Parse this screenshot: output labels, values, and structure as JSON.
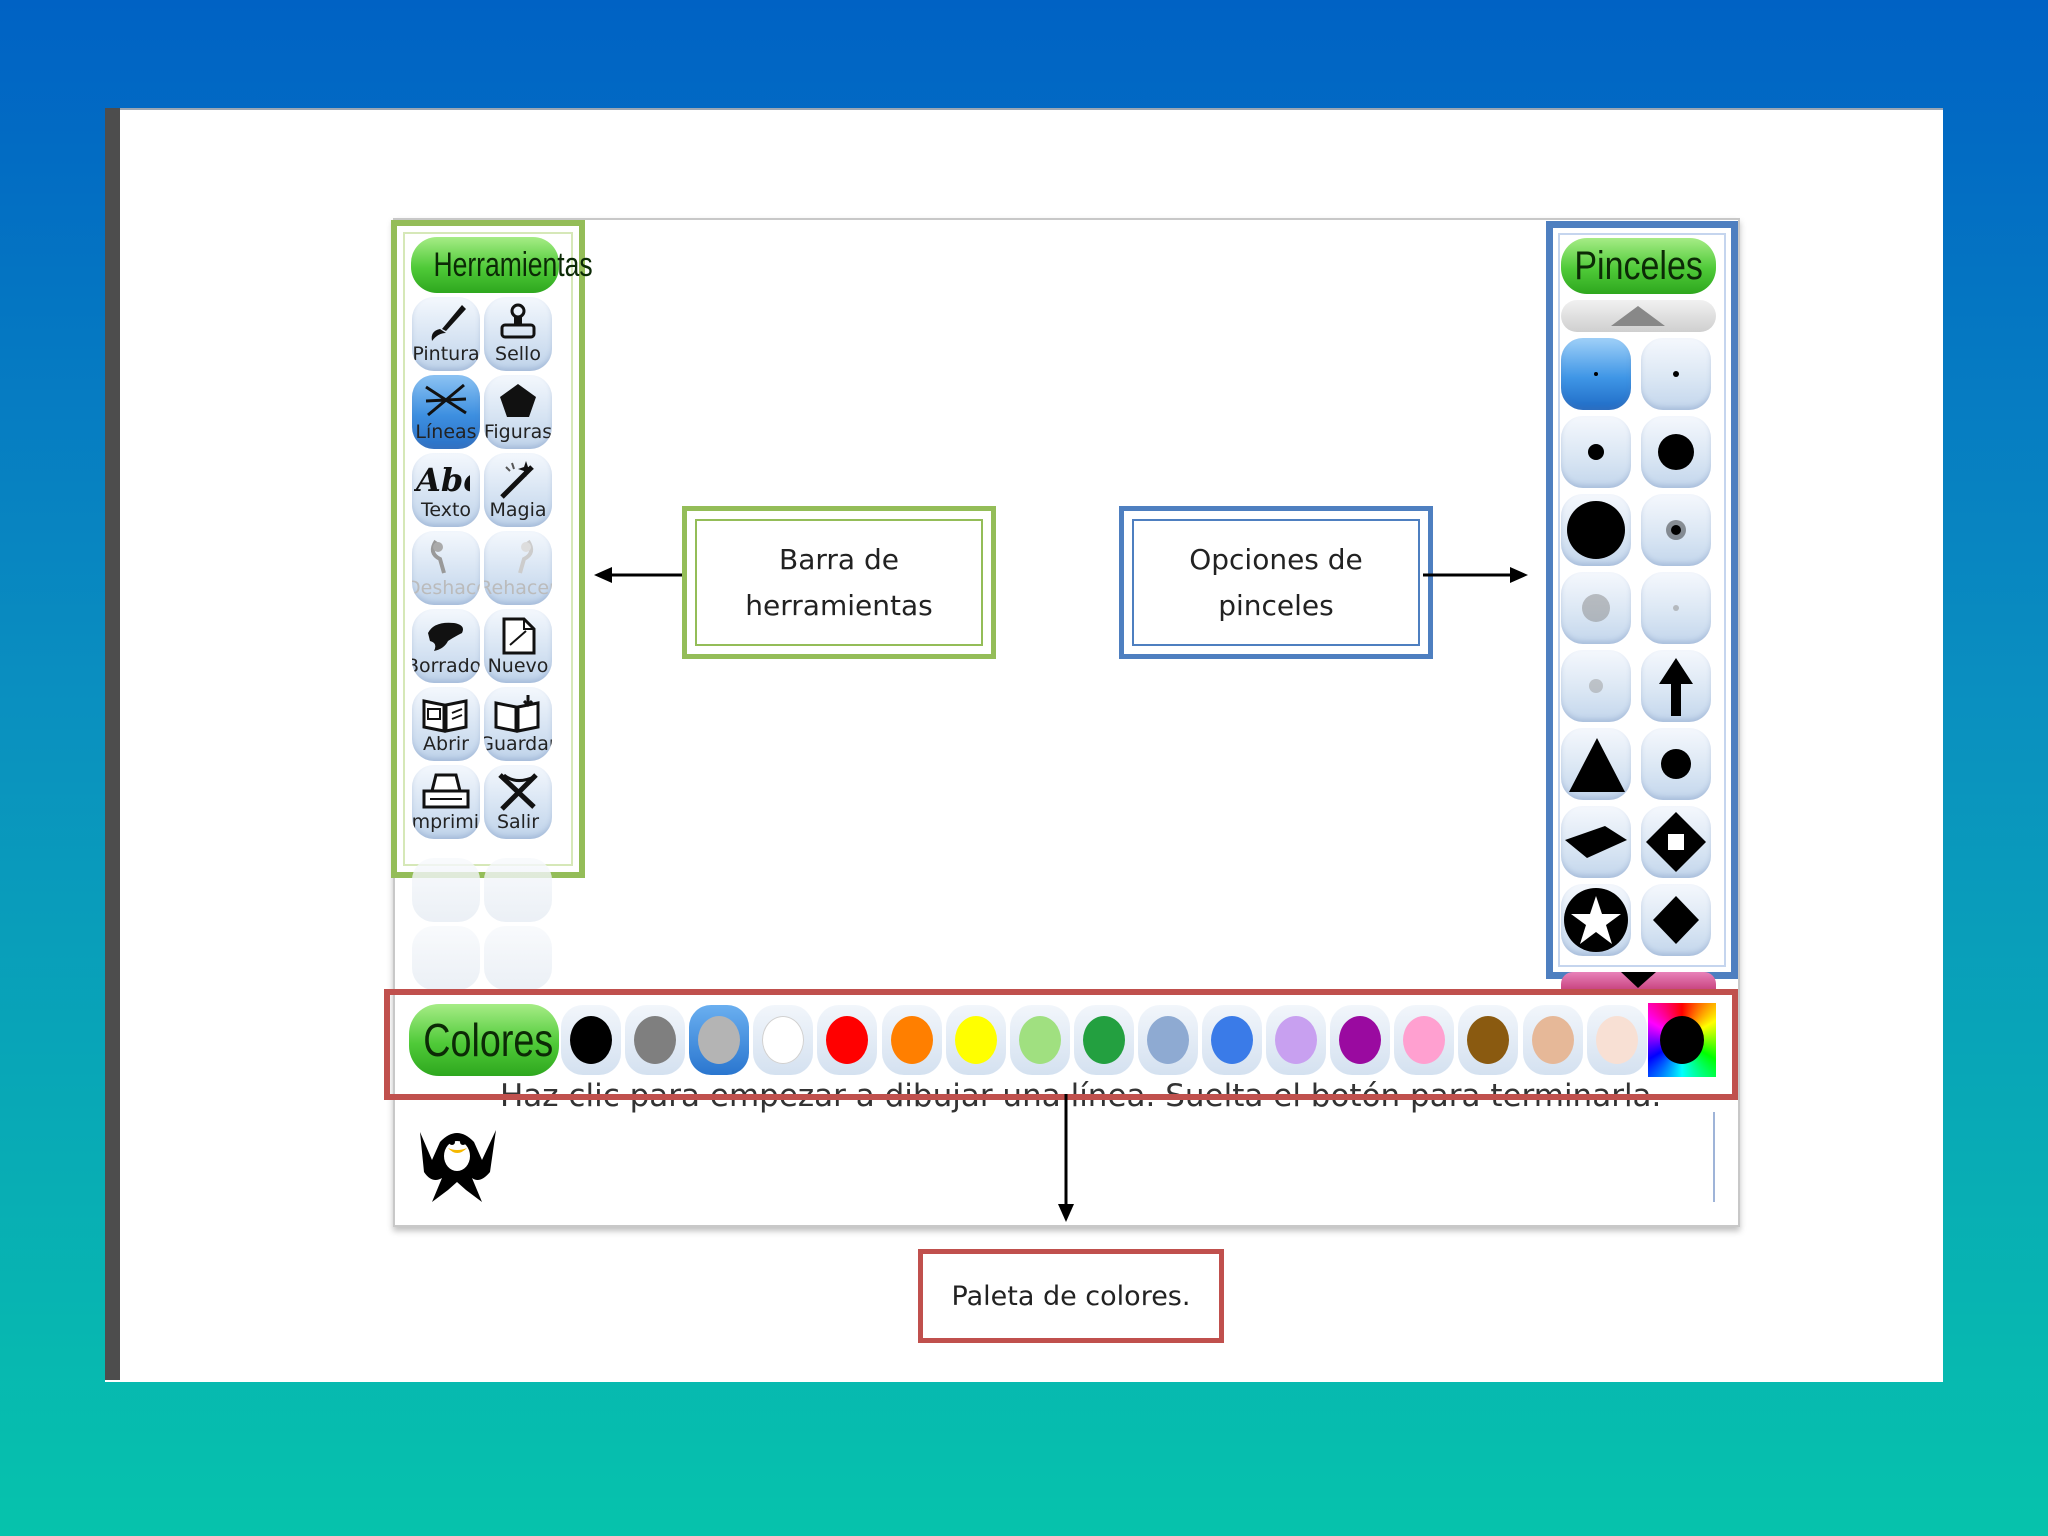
{
  "tools_panel": {
    "title": "Herramientas",
    "tools": [
      {
        "label": "Pintura",
        "icon": "paintbrush-icon"
      },
      {
        "label": "Sello",
        "icon": "stamp-icon"
      },
      {
        "label": "Líneas",
        "icon": "lines-icon"
      },
      {
        "label": "Figuras",
        "icon": "pentagon-shapes-icon"
      },
      {
        "label": "Texto",
        "icon": "abc-text-icon"
      },
      {
        "label": "Magia",
        "icon": "magic-wand-icon"
      },
      {
        "label": "Deshacer",
        "icon": "undo-icon"
      },
      {
        "label": "Rehacer",
        "icon": "redo-icon"
      },
      {
        "label": "Borrador",
        "icon": "eraser-icon"
      },
      {
        "label": "Nuevo",
        "icon": "new-document-icon"
      },
      {
        "label": "Abrir",
        "icon": "open-book-icon"
      },
      {
        "label": "Guardar",
        "icon": "save-book-icon"
      },
      {
        "label": "Imprimir",
        "icon": "printer-icon"
      },
      {
        "label": "Salir",
        "icon": "exit-x-icon"
      }
    ],
    "selected_tool": "Líneas"
  },
  "brushes_panel": {
    "title": "Pinceles",
    "brushes": [
      "tiny-dot",
      "tiny-dot",
      "small-dot",
      "medium-dot",
      "large-dot",
      "fuzzy-dot",
      "faint-dot",
      "faint-small-dot",
      "faint-dot",
      "arrow",
      "triangle",
      "circle",
      "slash-shape",
      "diamond-square",
      "star",
      "diamond"
    ]
  },
  "colors_panel": {
    "title": "Colores",
    "colors": [
      "#000000",
      "#7f7f7f",
      "#b4b4b4",
      "#ffffff",
      "#ff0000",
      "#ff7f00",
      "#ffff00",
      "#a0e080",
      "#23a040",
      "#8eaad2",
      "#3a7be8",
      "#c8a0f0",
      "#9a0aa0",
      "#ffa0d0",
      "#8a5a10",
      "#e6b898",
      "#f8e0d4"
    ],
    "selected_index": 2
  },
  "status": {
    "message": "Haz clic para empezar a dibujar una línea. Suelta el botón para terminarla."
  },
  "callouts": {
    "tools_line1": "Barra de",
    "tools_line2": "herramientas",
    "brushes_line1": "Opciones de",
    "brushes_line2": "pinceles",
    "colors": "Paleta de colores."
  },
  "theme": {
    "tools_border": "#94bd58",
    "brushes_border": "#4e7fc0",
    "colors_border": "#c0504d"
  }
}
